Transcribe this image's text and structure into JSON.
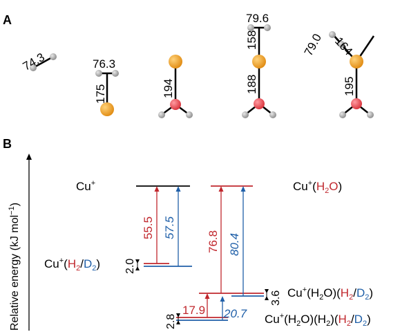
{
  "panel_a": {
    "label": "A",
    "structures": [
      {
        "id": "h2",
        "bond_labels": [
          "74.3"
        ]
      },
      {
        "id": "cu-h2",
        "bond_labels": [
          "76.3",
          "175"
        ]
      },
      {
        "id": "cu-h2o",
        "bond_labels": [
          "194"
        ]
      },
      {
        "id": "cu-h2o-h2",
        "bond_labels": [
          "79.6",
          "158",
          "188"
        ]
      },
      {
        "id": "cu-h2o-h2-h2",
        "bond_labels": [
          "79.0",
          "164",
          "195"
        ]
      }
    ],
    "atom_colors": {
      "copper": "#f2a020",
      "oxygen": "#e8484f",
      "hydrogen": "#a0a0a0"
    }
  },
  "panel_b": {
    "label": "B",
    "axis_label_prefix": "Relative energy (kJ mol",
    "axis_label_exp": "−1",
    "axis_label_suffix": ")",
    "species": {
      "cu": {
        "base": "Cu"
      },
      "cu_h2": {
        "prefix": "Cu",
        "h2": "H",
        "sep": "/",
        "d2": "D",
        "sub": "2"
      },
      "cu_h2o": {
        "prefix": "Cu",
        "inner": "H",
        "sub": "2",
        "tail": "O"
      },
      "cu_h2o_h2": {
        "prefix": "Cu",
        "part1": "(H",
        "part1b": "O)(",
        "h2": "H",
        "sep": "/",
        "d2": "D",
        "sub": "2"
      },
      "cu_h2o_h2_h2": {
        "prefix": "Cu",
        "part1": "(H",
        "part1b": "O)(H",
        "part1c": ")(",
        "h2": "H",
        "sep": "/",
        "d2": "D",
        "sub": "2"
      }
    },
    "energies": {
      "h2_binding": "55.5",
      "d2_binding": "57.5",
      "h2o_h2_binding": "76.8",
      "h2o_d2_binding": "80.4",
      "second_h2": "17.9",
      "second_d2": "20.7"
    },
    "zpe_gaps": {
      "left": "2.0",
      "mid": "3.6",
      "low": "2.8"
    },
    "colors": {
      "h2": "#c0272d",
      "d2": "#1f5fa8",
      "neutral": "#000000"
    }
  }
}
